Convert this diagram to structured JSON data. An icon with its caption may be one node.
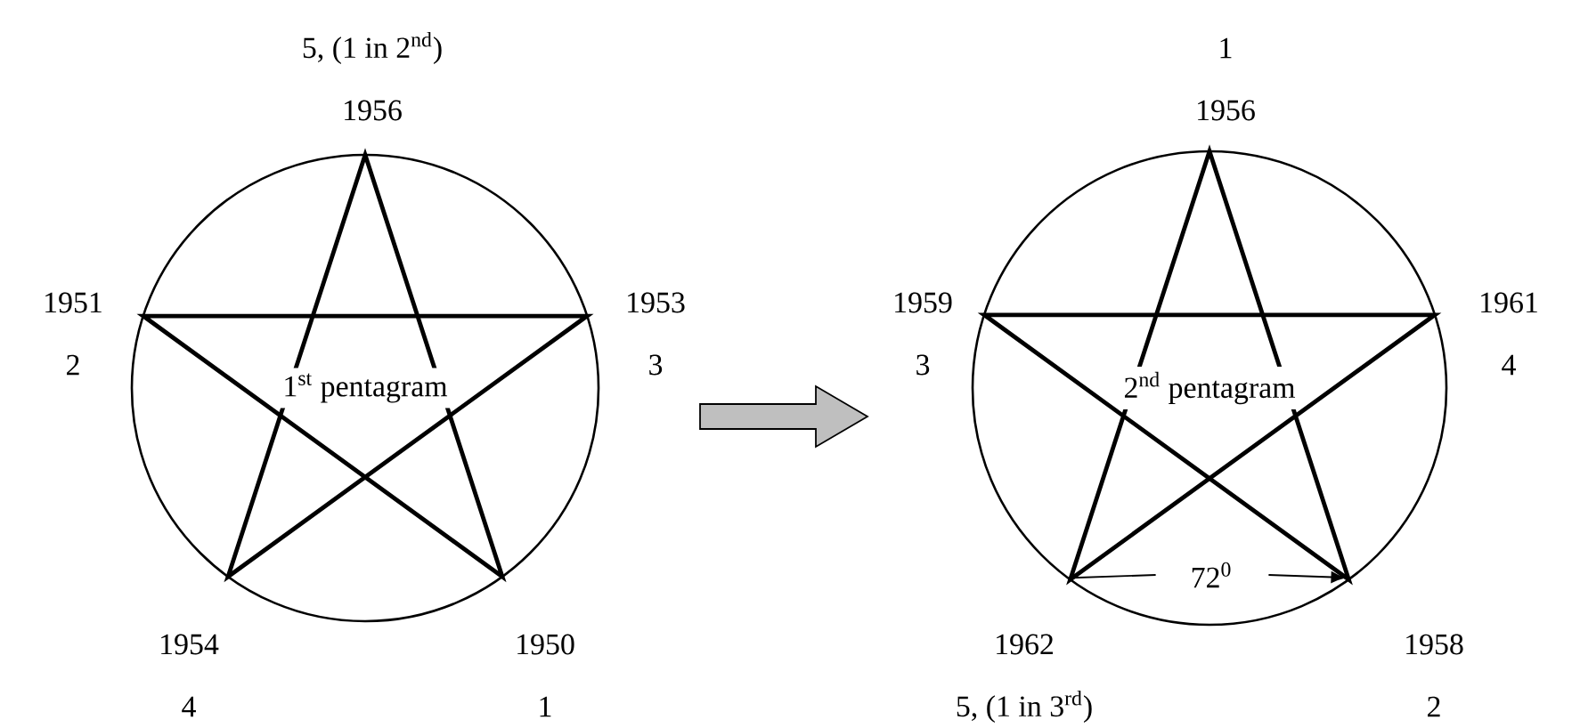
{
  "diagram": {
    "nodes": [
      {
        "text": [
          "1$^{st}$ pentagram"
        ]
      },
      {
        "text": [
          "2$^{nd}$ pentagram"
        ]
      }
    ],
    "edges": [
      {
        "from": 0,
        "to": 1,
        "arrow": "to"
      }
    ],
    "labels": [
      "5, (1 in 2$^{nd}$)",
      "1956",
      "1951",
      "2",
      "1953",
      "3",
      "1954",
      "4",
      "1950",
      "1",
      "1",
      "1956",
      "1959",
      "3",
      "1961",
      "4",
      "1962",
      "5, (1 in 3$^{rd}$)",
      "1958",
      "2",
      "72$^{0}$"
    ]
  }
}
